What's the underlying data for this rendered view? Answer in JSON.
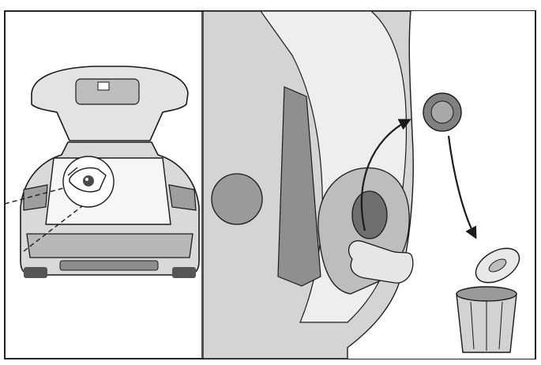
{
  "figure": {
    "panels": [
      {
        "id": "overview",
        "subject": "car-rear-open-tailgate"
      },
      {
        "id": "detail",
        "subject": "cargo-area-plug-removal"
      }
    ],
    "colors": {
      "frame": "#222222",
      "background": "#ffffff",
      "panel_bg": "#e6e6e6",
      "body_light": "#e9e9e9",
      "body_mid": "#c9c9c9",
      "body_dark": "#8c8c8c",
      "plug_dark": "#707070",
      "line": "#1a1a1a"
    },
    "icons": [
      "eye-icon",
      "plug-icon",
      "trash-can-icon",
      "arrow-icon"
    ]
  }
}
